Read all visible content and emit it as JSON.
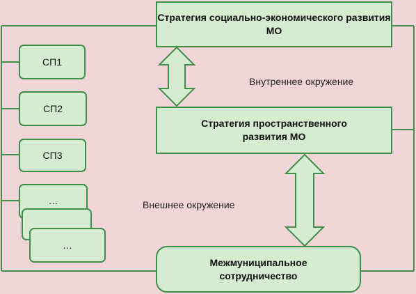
{
  "colors": {
    "background": "#f2d5d9",
    "box_fill": "#d5ecd0",
    "box_border": "#3f8f4b"
  },
  "boxes": {
    "socio_economic_strategy": "Стратегия социально-экономического развития МО",
    "spatial_strategy": "Стратегия пространственного развития МО",
    "intermunicipal_cooperation": "Межмуниципальное сотрудничество"
  },
  "sp_boxes": [
    "СП1",
    "СП2",
    "СП3",
    "…",
    "…"
  ],
  "labels": {
    "internal_environment": "Внутреннее окружение",
    "external_environment": "Внешнее окружение"
  }
}
